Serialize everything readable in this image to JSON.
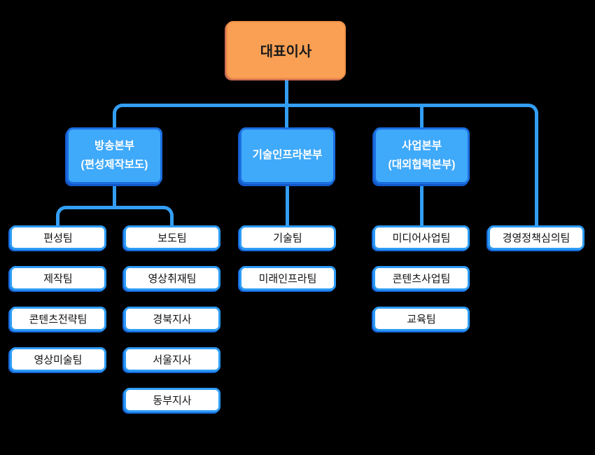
{
  "diagram": {
    "type": "org-chart",
    "colors": {
      "background": "#000000",
      "root_fill": "#F9A054",
      "root_border": "#EF8F47",
      "division_fill": "#3FA9FA",
      "division_border": "#1B6FE0",
      "division_text": "#FFFFFF",
      "leaf_fill": "#FFFFFF",
      "leaf_border": "#2D9CF6",
      "leaf_text": "#111111",
      "connector": "#339EF4"
    },
    "nodes": {
      "ceo": {
        "label": "대표이사"
      },
      "divisions": [
        {
          "label_line1": "방송본부",
          "label_line2": "(편성제작보도)"
        },
        {
          "label_line1": "기술인프라본부"
        },
        {
          "label_line1": "사업본부",
          "label_line2": "(대외협력본부)"
        }
      ],
      "teams": {
        "broadcast_col1": [
          "편성팀",
          "제작팀",
          "콘텐츠전략팀",
          "영상미술팀"
        ],
        "broadcast_col2": [
          "보도팀",
          "영상취재팀",
          "경북지사",
          "서울지사",
          "동부지사"
        ],
        "tech": [
          "기술팀",
          "미래인프라팀"
        ],
        "business": [
          "미디어사업팀",
          "콘텐츠사업팀",
          "교육팀"
        ],
        "standalone": [
          "경영정책심의팀"
        ]
      }
    }
  }
}
